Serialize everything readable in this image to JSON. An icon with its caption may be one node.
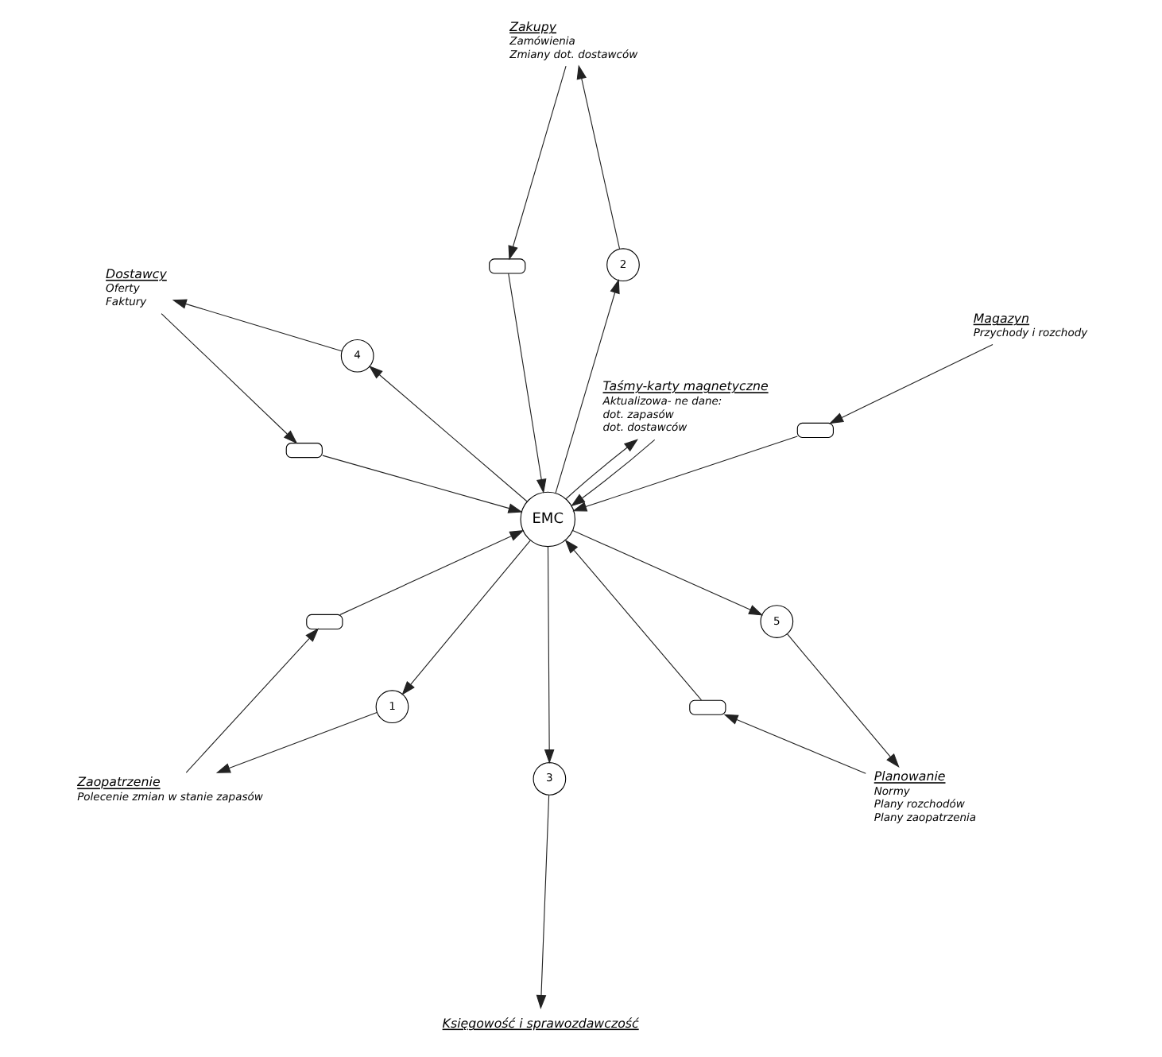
{
  "diagram": {
    "nodes": [
      {
        "text": [
          "Taśmy-karty magnetyczne",
          "Aktualizowa- ne dane:",
          "dot. zapasów",
          "dot. dostawców"
        ]
      },
      {
        "text": [
          "EMC"
        ]
      },
      {
        "text": [
          "1"
        ]
      },
      {
        "text": [
          "Zaopatrzenie",
          "Polecenie zmian w stanie zapasów"
        ]
      },
      {
        "text": [],
        "shape": "box"
      },
      {
        "text": [],
        "shape": "box"
      },
      {
        "text": [
          "Zakupy",
          "Zamówienia",
          "Zmiany dot. dostawców"
        ]
      },
      {
        "text": [
          "2"
        ]
      },
      {
        "text": [
          "Księgowość i sprawozdawczość"
        ]
      },
      {
        "text": [
          "3"
        ]
      },
      {
        "text": [],
        "shape": "box"
      },
      {
        "text": [
          "Magazyn",
          "Przychody i rozchody"
        ]
      },
      {
        "text": [
          "4"
        ]
      },
      {
        "text": [],
        "shape": "box"
      },
      {
        "text": [
          "Planowanie",
          "Normy",
          "Plany rozchodów",
          "Plany zaopatrzenia"
        ]
      },
      {
        "text": [
          "Dostawcy",
          "Oferty",
          "Faktury"
        ]
      },
      {
        "text": [
          "5"
        ]
      },
      {
        "text": [],
        "shape": "box"
      }
    ],
    "edges": [
      {
        "from": 0,
        "to": 1,
        "arrow": "to"
      },
      {
        "from": 1,
        "to": 0,
        "arrow": "to"
      },
      {
        "from": 1,
        "to": 2,
        "arrow": "to"
      },
      {
        "from": 2,
        "to": 3,
        "arrow": "to"
      },
      {
        "from": 3,
        "to": 4,
        "arrow": "to"
      },
      {
        "from": 4,
        "to": 1,
        "arrow": "to"
      },
      {
        "from": 6,
        "to": 5,
        "arrow": "to"
      },
      {
        "from": 5,
        "to": 1,
        "arrow": "to"
      },
      {
        "from": 1,
        "to": 7,
        "arrow": "to"
      },
      {
        "from": 7,
        "to": 6,
        "arrow": "to"
      },
      {
        "from": 1,
        "to": 9,
        "arrow": "to"
      },
      {
        "from": 9,
        "to": 8,
        "arrow": "to"
      },
      {
        "from": 11,
        "to": 10,
        "arrow": "to"
      },
      {
        "from": 10,
        "to": 1,
        "arrow": "to"
      },
      {
        "from": 1,
        "to": 12,
        "arrow": "to"
      },
      {
        "from": 12,
        "to": 15,
        "arrow": "to"
      },
      {
        "from": 14,
        "to": 13,
        "arrow": "to"
      },
      {
        "from": 13,
        "to": 1,
        "arrow": "to"
      },
      {
        "from": 1,
        "to": 16,
        "arrow": "to"
      },
      {
        "from": 16,
        "to": 14,
        "arrow": "to"
      },
      {
        "from": 15,
        "to": 17,
        "arrow": "to"
      },
      {
        "from": 17,
        "to": 1,
        "arrow": "to"
      }
    ]
  }
}
